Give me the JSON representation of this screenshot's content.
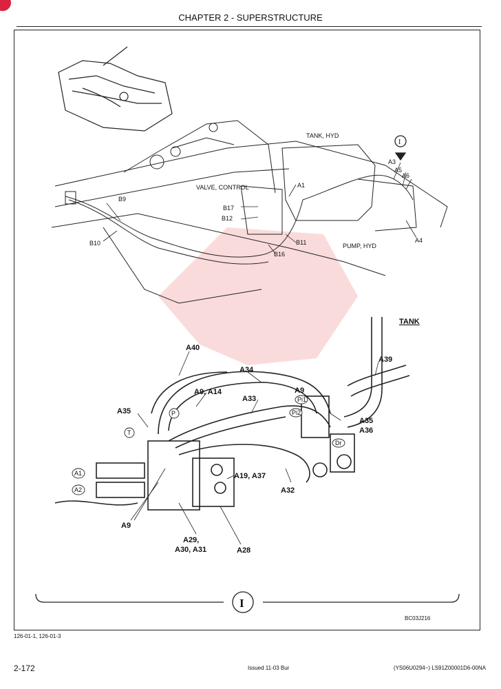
{
  "header": {
    "title": "CHAPTER 2 - SUPERSTRUCTURE"
  },
  "labels": {
    "tank_hyd": "TANK, HYD",
    "valve_control": "VALVE, CONTROL",
    "pump_hyd": "PUMP, HYD",
    "tank": "TANK",
    "detail_marker": "I",
    "a3": "A3",
    "a5": "A5",
    "a6": "A6",
    "a4": "A4",
    "a1": "A1",
    "b9": "B9",
    "b10": "B10",
    "b17": "B17",
    "b12": "B12",
    "b11": "B11",
    "b16": "B16",
    "a40": "A40",
    "a34": "A34",
    "a39": "A39",
    "a9_a14": "A9, A14",
    "a33": "A33",
    "a35_left": "A35",
    "a9_top": "A9",
    "a35_right": "A35",
    "a36": "A36",
    "a19_a37": "A19, A37",
    "a32": "A32",
    "a9_bottom": "A9",
    "a29_line1": "A29,",
    "a29_line2": "A30, A31",
    "a28": "A28",
    "port_t": "T",
    "port_p": "P",
    "port_pi1": "Pi1",
    "port_pi2": "Pi2",
    "port_dr": "Dr",
    "port_a1": "A1",
    "port_a2": "A2"
  },
  "footer": {
    "ref": "126-01-1, 126-01-3",
    "page": "2-172",
    "issued": "Issued 11-03   Bur",
    "code": "(YS06U0294~)   LS91Z00001D6-00NA",
    "figure_code": "BC03J216"
  }
}
